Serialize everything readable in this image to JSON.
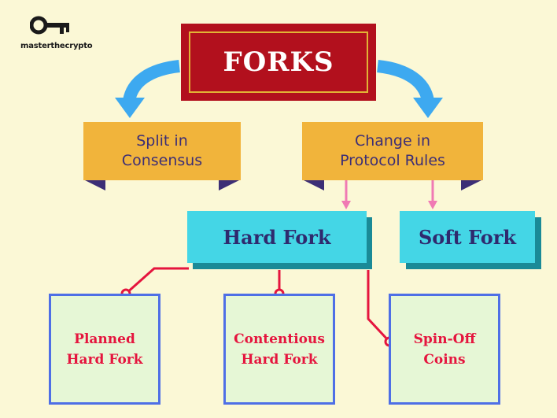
{
  "logo": {
    "text": "masterthecrypto"
  },
  "title": "FORKS",
  "branches": [
    {
      "line1": "Split in",
      "line2": "Consensus"
    },
    {
      "line1": "Change in",
      "line2": "Protocol Rules"
    }
  ],
  "fork_types": {
    "hard": "Hard Fork",
    "soft": "Soft Fork"
  },
  "hard_fork_kinds": [
    {
      "line1": "Planned",
      "line2": "Hard Fork"
    },
    {
      "line1": "Contentious",
      "line2": "Hard Fork"
    },
    {
      "line1": "Spin-Off",
      "line2": "Coins"
    }
  ],
  "colors": {
    "background": "#fbf8d6",
    "title_red": "#b2101d",
    "banner_orange": "#f1b43b",
    "box_cyan": "#44d6e6",
    "arrow_blue": "#3da9f0",
    "connector_red": "#e5153e",
    "arrow_pink": "#f07ab4",
    "card_border": "#4e6fe6"
  }
}
